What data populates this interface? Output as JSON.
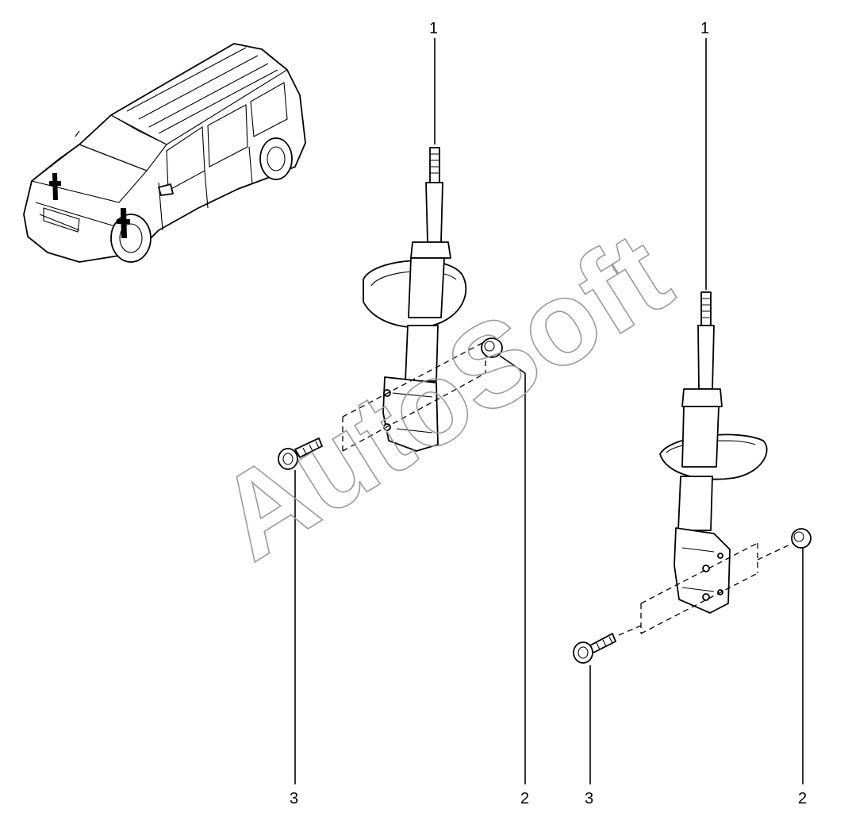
{
  "watermark": "AutoSoft",
  "callouts": {
    "left_strut": "1",
    "left_bolt": "3",
    "left_nut": "2",
    "right_strut": "1",
    "right_bolt": "3",
    "right_nut": "2"
  },
  "colors": {
    "line": "#000000",
    "watermark": "#9a9a9a",
    "background": "#ffffff"
  }
}
